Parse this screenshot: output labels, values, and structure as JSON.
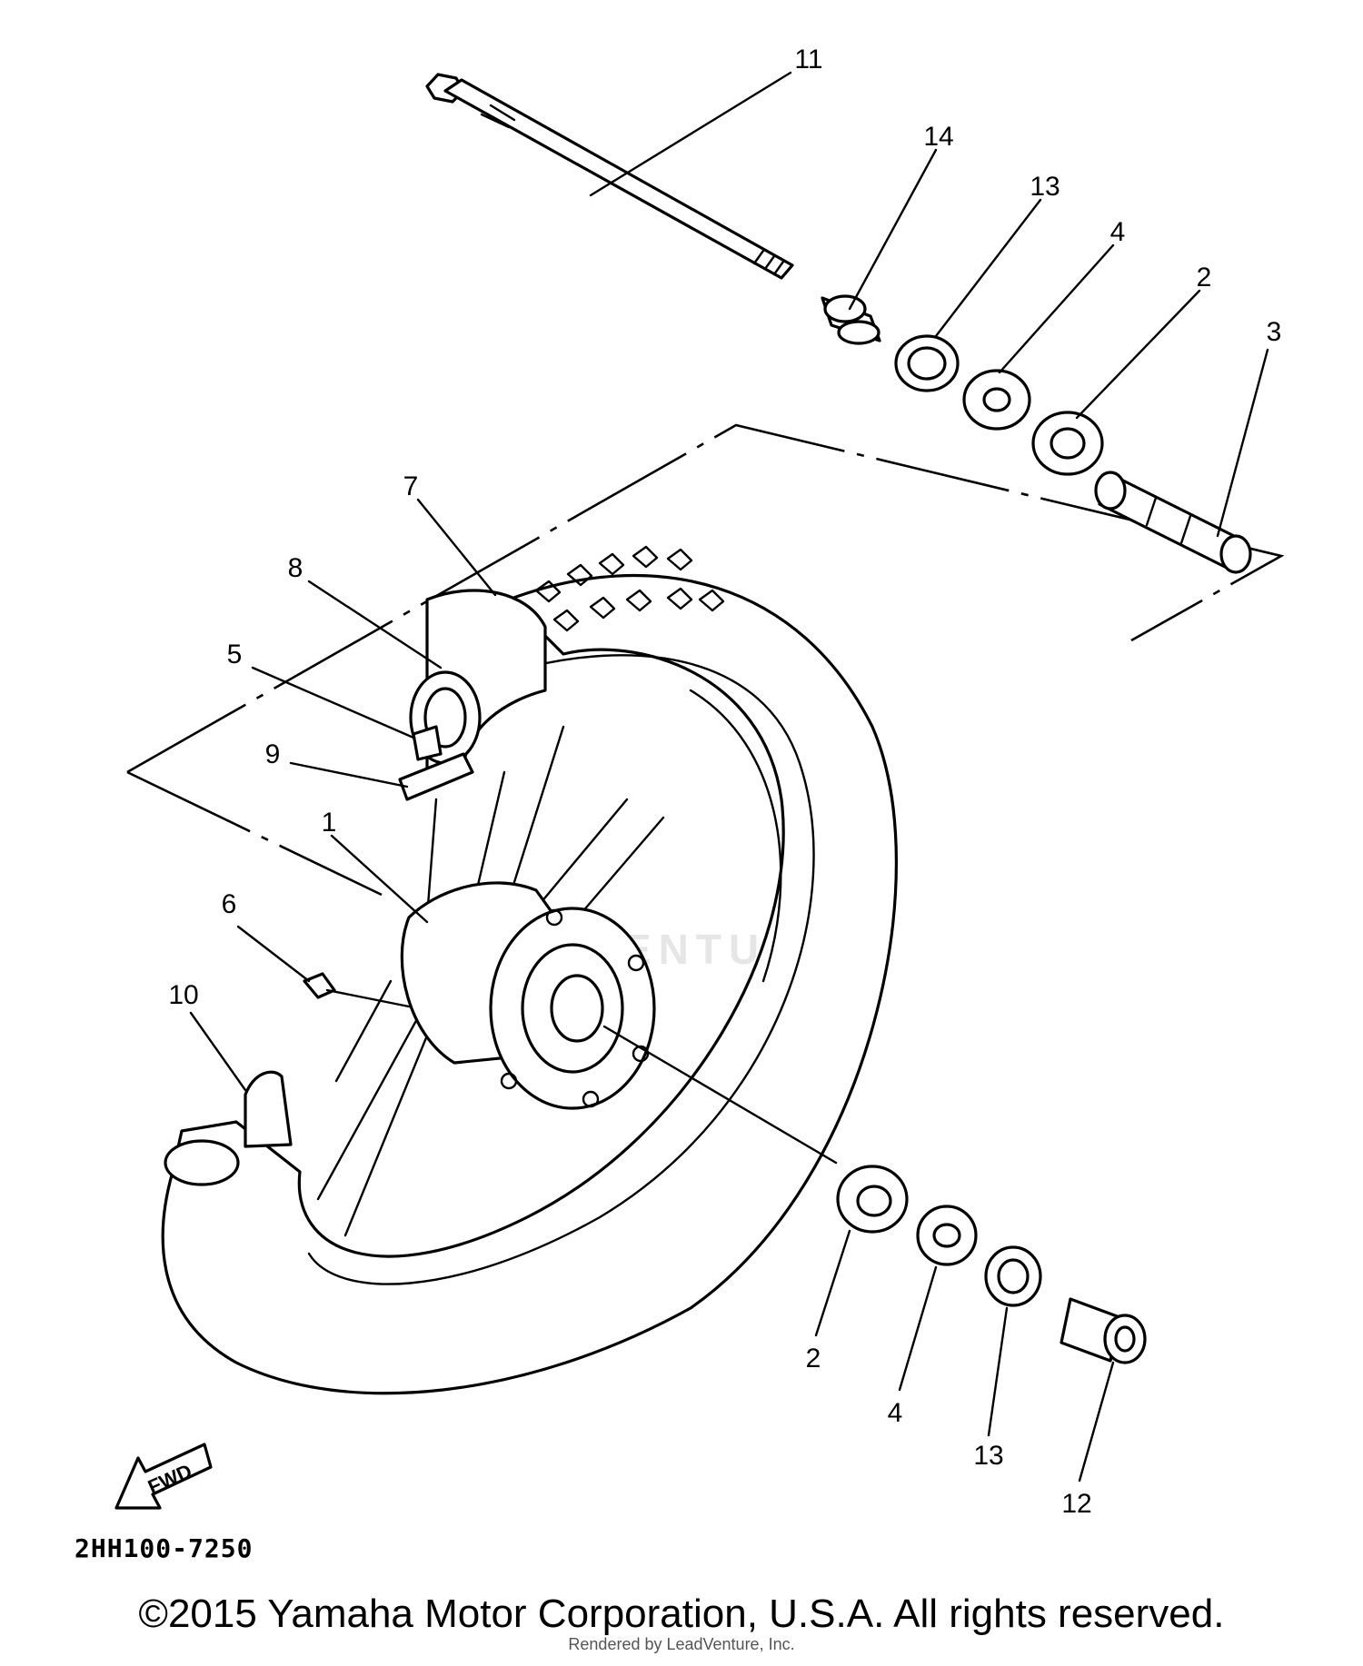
{
  "diagram": {
    "part_code": "2HH100-7250",
    "copyright": "©2015 Yamaha Motor Corporation, U.S.A. All rights reserved.",
    "rendered_by": "Rendered by LeadVenture, Inc.",
    "watermark": "LEADVENTURE",
    "fwd_label": "FWD",
    "callouts": {
      "c11": "11",
      "c14": "14",
      "c13a": "13",
      "c4a": "4",
      "c2a": "2",
      "c3": "3",
      "c7": "7",
      "c8": "8",
      "c5": "5",
      "c9": "9",
      "c1": "1",
      "c6": "6",
      "c10": "10",
      "c2b": "2",
      "c4b": "4",
      "c13b": "13",
      "c12": "12"
    }
  }
}
